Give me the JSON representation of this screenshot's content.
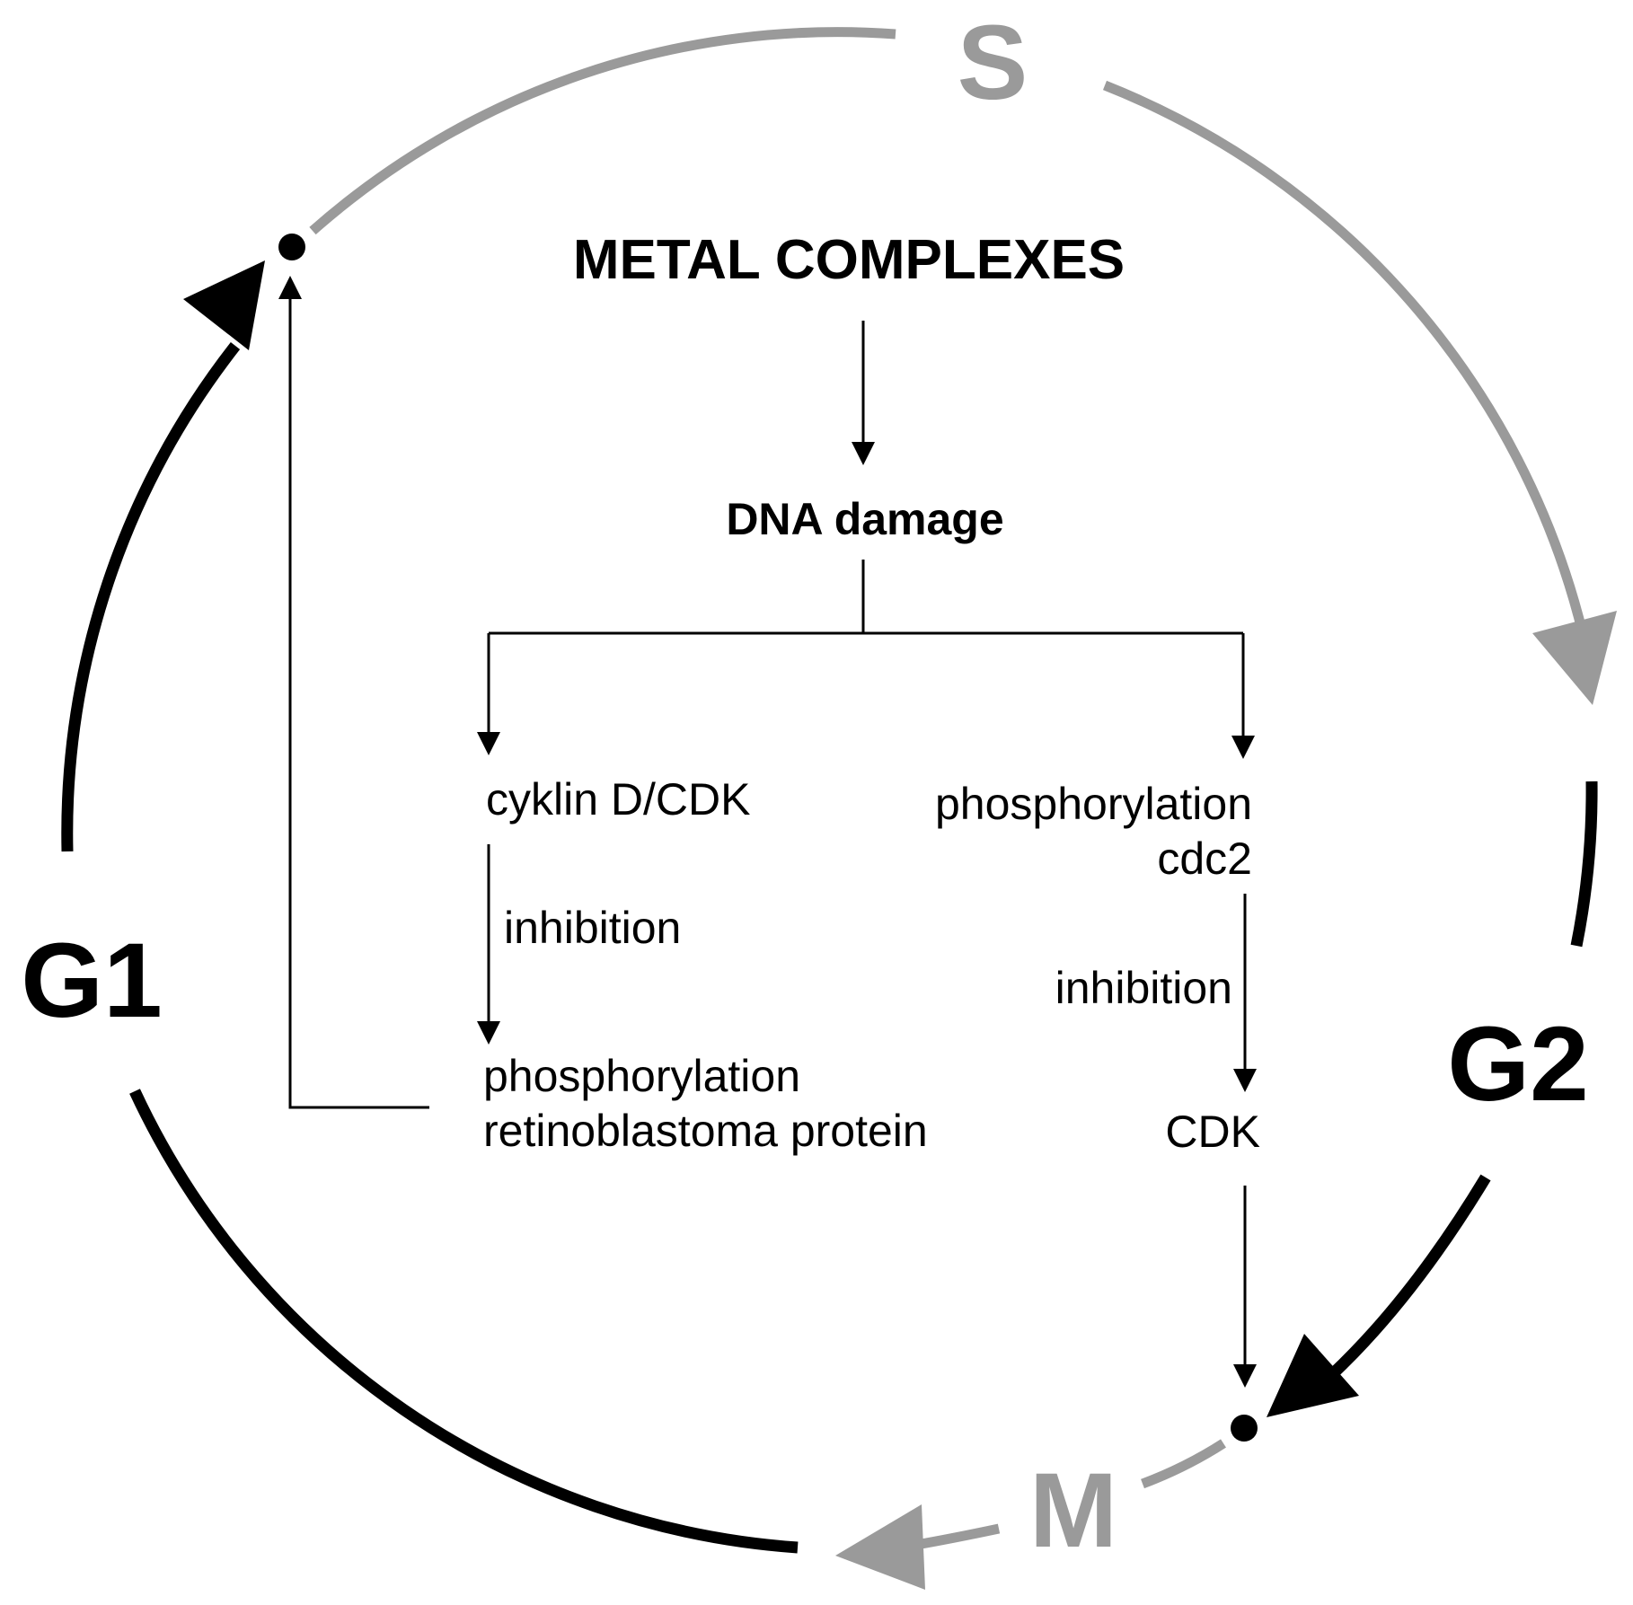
{
  "colors": {
    "black": "#000000",
    "gray": "#9a9a9a",
    "background": "#ffffff"
  },
  "phases": {
    "s": "S",
    "g1": "G1",
    "g2": "G2",
    "m": "M"
  },
  "nodes": {
    "metal_complexes": "METAL COMPLEXES",
    "dna_damage": "DNA damage",
    "cyklin": "cyklin D/CDK",
    "inhibition_left": "inhibition",
    "phos_retino_line1": "phosphorylation",
    "phos_retino_line2": "retinoblastoma protein",
    "phos_cdc2_line1": "phosphorylation",
    "phos_cdc2_line2": "cdc2",
    "inhibition_right": "inhibition",
    "cdk": "CDK"
  }
}
